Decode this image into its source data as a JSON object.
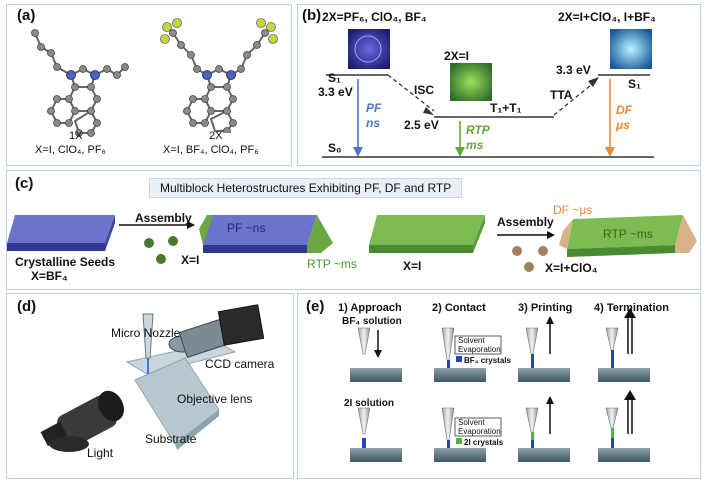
{
  "panel_a": {
    "label": "(a)",
    "left_name": "1X",
    "left_formula": "X=I, ClO₄, PF₆",
    "right_name": "2X",
    "right_formula": "X=I, BF₄, ClO₄, PF₆"
  },
  "panel_b": {
    "label": "(b)",
    "title_left": "2X=PF₆, ClO₄, BF₄",
    "title_mid": "2X=I",
    "title_right": "2X=I+ClO₄, I+BF₄",
    "s1_left": "S₁",
    "s1_energy_left": "3.3 eV",
    "isc": "ISC",
    "t_energy": "2.5 eV",
    "t_level": "T₁+T₁",
    "tta": "TTA",
    "s1_right": "S₁",
    "s1_energy_right": "3.3 eV",
    "s0": "S₀",
    "pf_label": "PF",
    "pf_time": "ns",
    "rtp_label": "RTP",
    "rtp_time": "ms",
    "df_label": "DF",
    "df_time": "μs",
    "colors": {
      "pf": "#4a76c4",
      "rtp": "#62a83a",
      "df": "#e98a3a"
    }
  },
  "panel_c": {
    "label": "(c)",
    "banner": "Multiblock Heterostructures Exhibiting PF, DF and RTP",
    "assembly1": "Assembly",
    "seeds_line1": "Crystalline Seeds",
    "seeds_line2": "X=BF₄",
    "dots1_label": "X=I",
    "pf_on_block": "PF ~ns",
    "rtp_label": "RTP ~ms",
    "middle_label": "X=I",
    "assembly2": "Assembly",
    "df_label": "DF ~μs",
    "rtp_on_block": "RTP ~ms",
    "dots2_label": "X=I+ClO₄",
    "colors": {
      "blue": "#4b55b8",
      "green": "#6aa844",
      "tan": "#d9b28a"
    }
  },
  "panel_d": {
    "label": "(d)",
    "micro_nozzle": "Micro Nozzle",
    "ccd_camera": "CCD camera",
    "objective_lens": "Objective lens",
    "light": "Light",
    "substrate": "Substrate"
  },
  "panel_e": {
    "label": "(e)",
    "step1": "1) Approach",
    "step2": "2) Contact",
    "step3": "3) Printing",
    "step4": "4) Termination",
    "bf4_solution": "BF₄ solution",
    "i_solution": "2I solution",
    "solvent1": "Solvent",
    "evaporation1": "Evaporation",
    "bf4_crystals": "BF₄ crystals",
    "solvent2": "Solvent",
    "evaporation2": "Evaporation",
    "i_crystals": "2I crystals"
  }
}
